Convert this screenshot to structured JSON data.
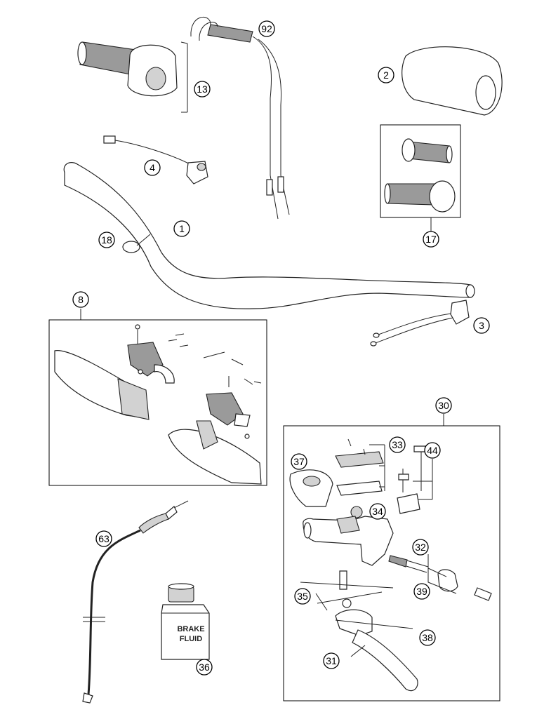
{
  "callouts": {
    "c1": "1",
    "c2": "2",
    "c3": "3",
    "c4": "4",
    "c8": "8",
    "c13": "13",
    "c17": "17",
    "c18": "18",
    "c30": "30",
    "c31": "31",
    "c32": "32",
    "c33": "33",
    "c34": "34",
    "c35": "35",
    "c36": "36",
    "c37": "37",
    "c38": "38",
    "c39": "39",
    "c44": "44",
    "c63": "63",
    "c92": "92"
  },
  "bottle": {
    "line1": "BRAKE",
    "line2": "FLUID"
  }
}
